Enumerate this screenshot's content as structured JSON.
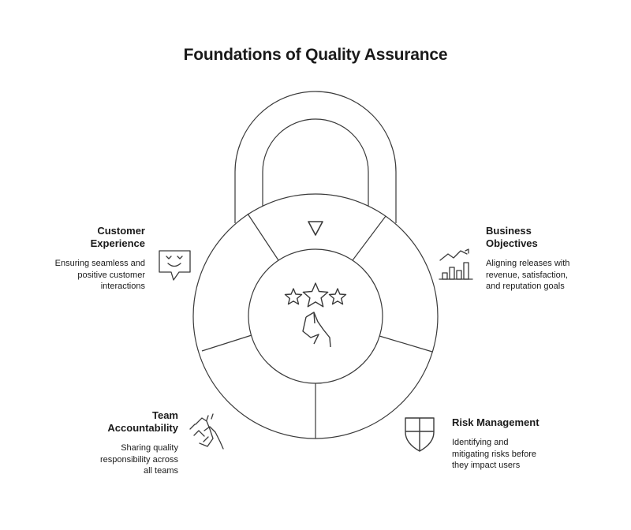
{
  "title": "Foundations of Quality Assurance",
  "center": {
    "icon": "stars-and-hand-icon"
  },
  "segments": {
    "top": {
      "icon": "triangle-down-icon"
    }
  },
  "items": [
    {
      "id": "customer-experience",
      "heading": [
        "Customer",
        "Experience"
      ],
      "description": [
        "Ensuring seamless and",
        "positive customer",
        "interactions"
      ],
      "icon": "smiley-chat-icon"
    },
    {
      "id": "business-objectives",
      "heading": [
        "Business",
        "Objectives"
      ],
      "description": [
        "Aligning releases with",
        "revenue, satisfaction,",
        "and reputation goals"
      ],
      "icon": "growth-chart-icon"
    },
    {
      "id": "team-accountability",
      "heading": [
        "Team",
        "Accountability"
      ],
      "description": [
        "Sharing quality",
        "responsibility across",
        "all teams"
      ],
      "icon": "handshake-icon"
    },
    {
      "id": "risk-management",
      "heading": [
        "Risk Management"
      ],
      "description": [
        "Identifying and",
        "mitigating risks before",
        "they impact users"
      ],
      "icon": "shield-icon"
    }
  ],
  "colors": {
    "stroke": "#3a3a3a",
    "text": "#1a1a1a",
    "background": "#ffffff"
  }
}
